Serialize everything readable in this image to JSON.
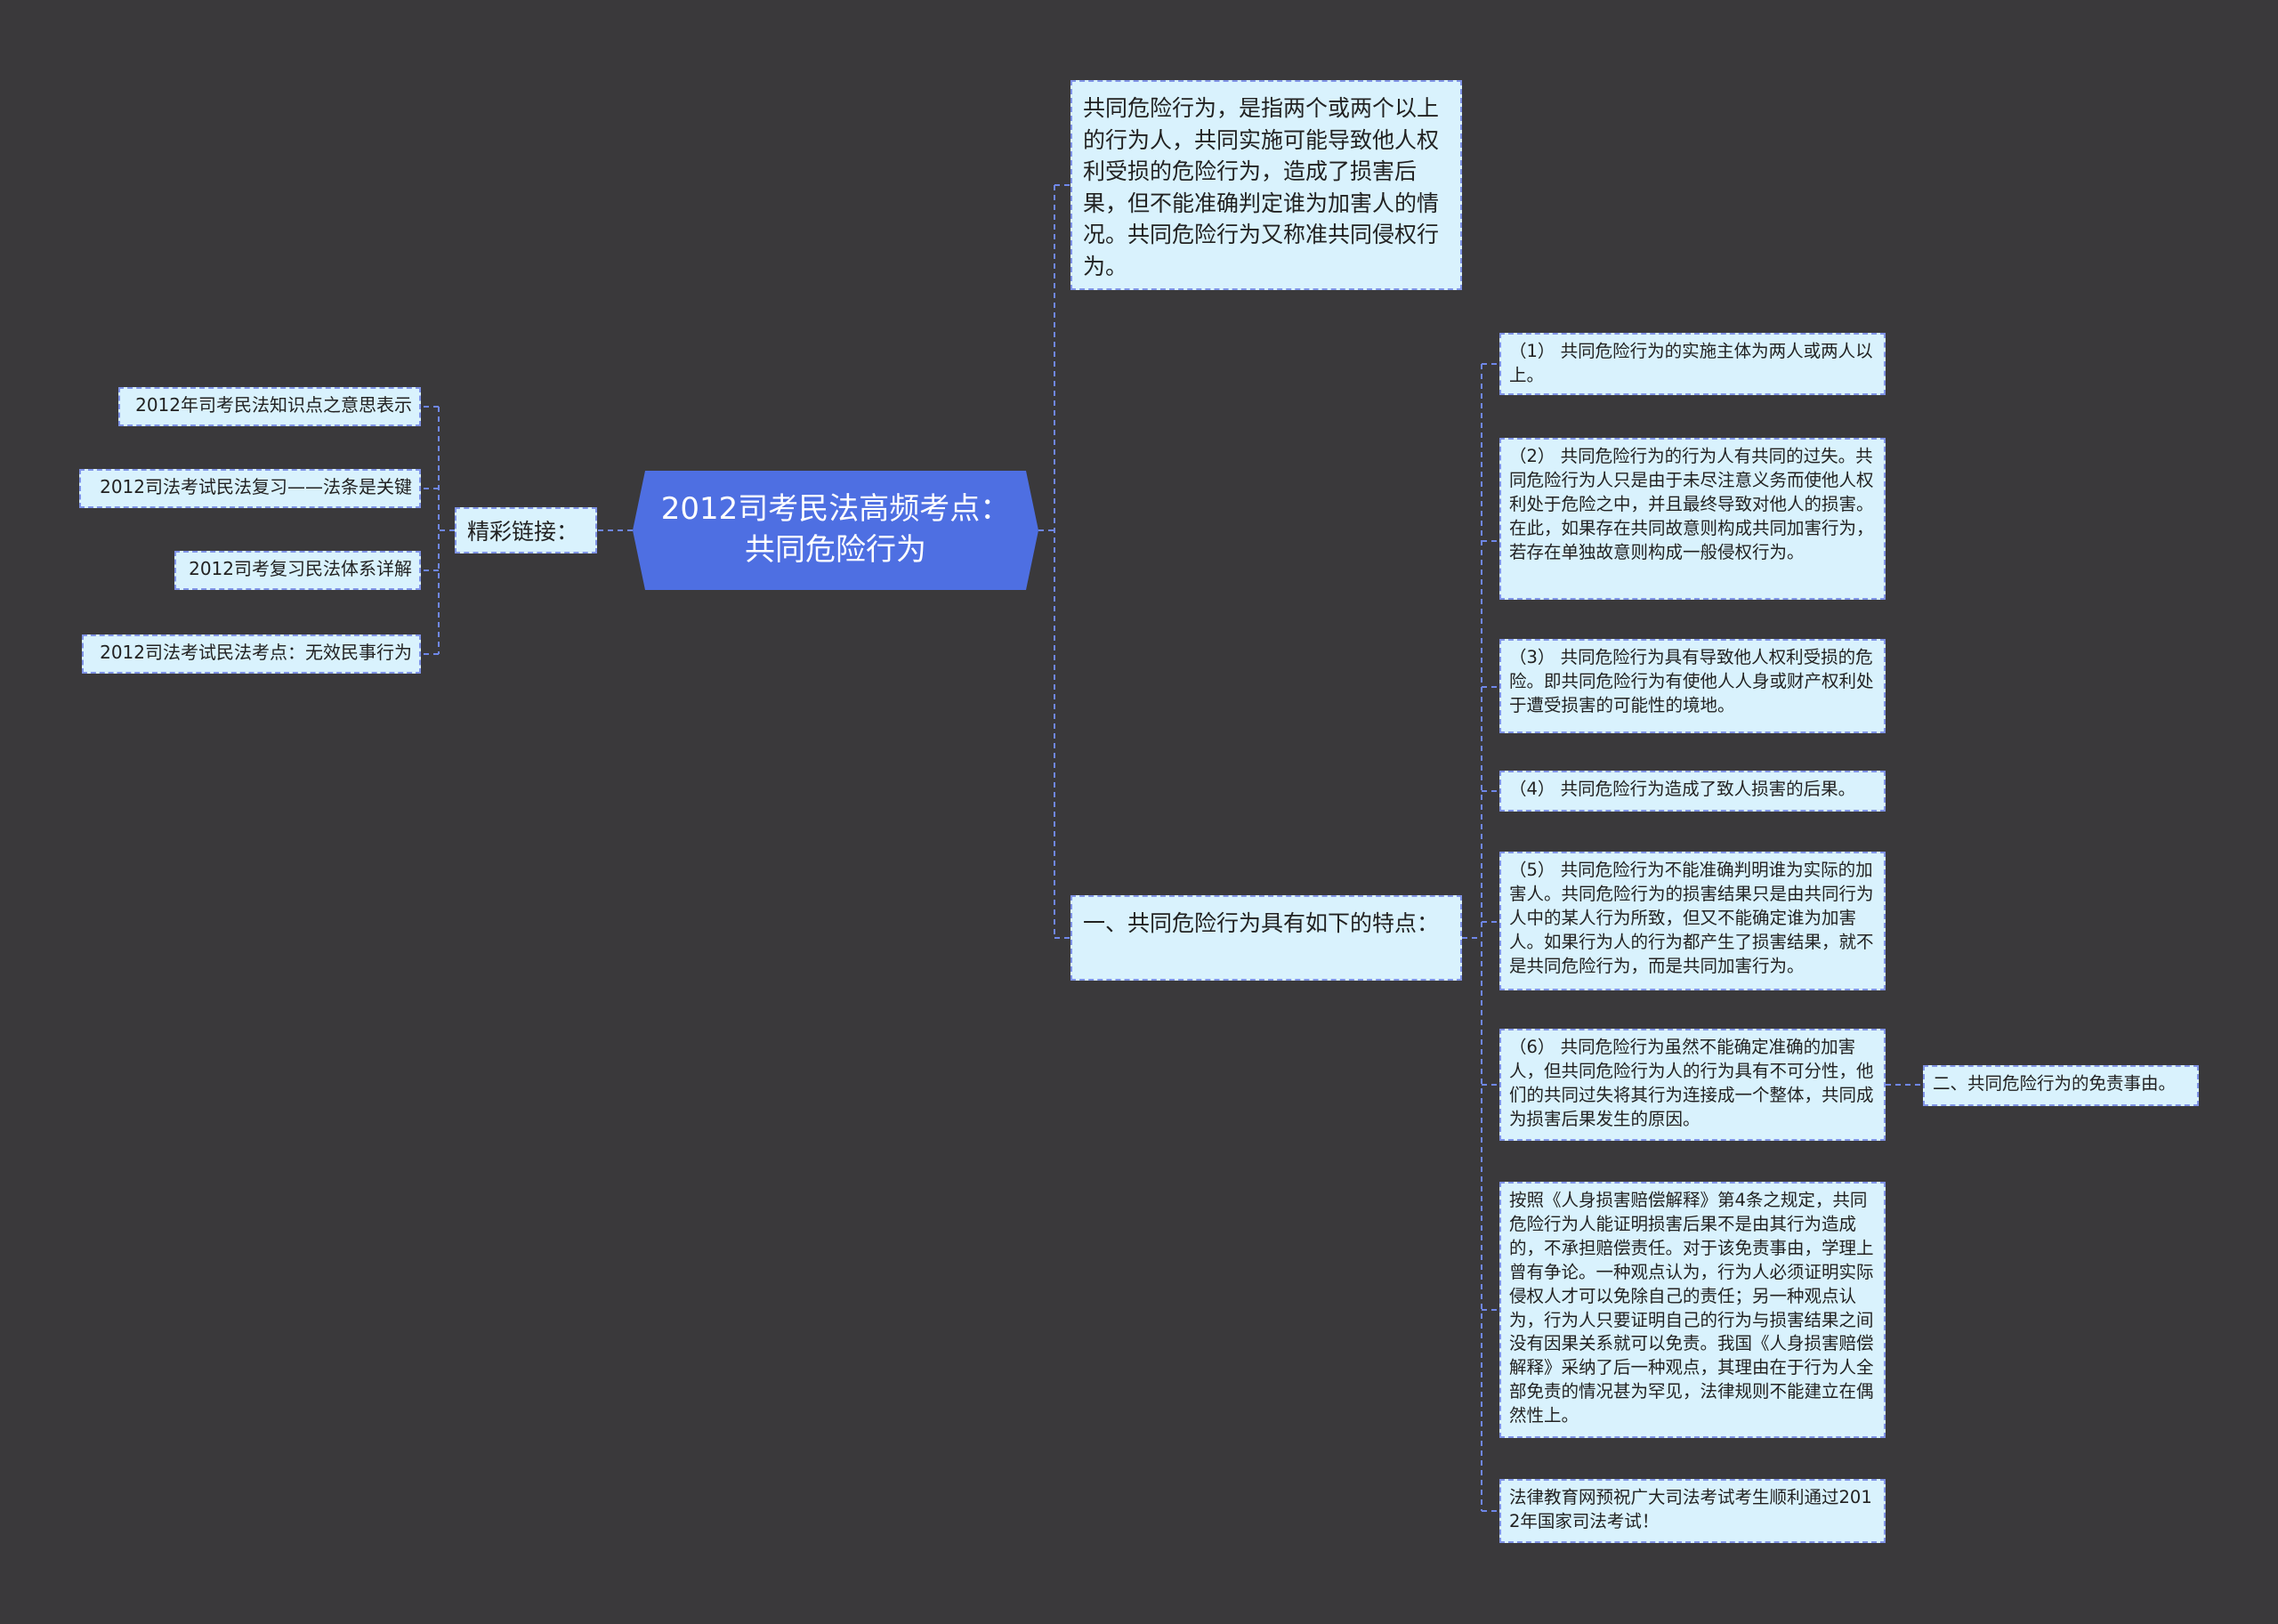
{
  "root": {
    "title_line1": "2012司考民法高频考点：",
    "title_line2": "共同危险行为"
  },
  "left": {
    "label": "精彩链接：",
    "links": [
      "2012年司考民法知识点之意思表示",
      "2012司法考试民法复习——法条是关键",
      "2012司考复习民法体系详解",
      "2012司法考试民法考点：无效民事行为"
    ]
  },
  "right": {
    "definition": "共同危险行为，是指两个或两个以上的行为人，共同实施可能导致他人权利受损的危险行为，造成了损害后果，但不能准确判定谁为加害人的情况。共同危险行为又称准共同侵权行为。",
    "features_title": "一、共同危险行为具有如下的特点：",
    "features": [
      "（1） 共同危险行为的实施主体为两人或两人以上。",
      "（2） 共同危险行为的行为人有共同的过失。共同危险行为人只是由于未尽注意义务而使他人权利处于危险之中，并且最终导致对他人的损害。在此，如果存在共同故意则构成共同加害行为，若存在单独故意则构成一般侵权行为。",
      "（3） 共同危险行为具有导致他人权利受损的危险。即共同危险行为有使他人人身或财产权利处于遭受损害的可能性的境地。",
      "（4） 共同危险行为造成了致人损害的后果。",
      "（5） 共同危险行为不能准确判明谁为实际的加害人。共同危险行为的损害结果只是由共同行为人中的某人行为所致，但又不能确定谁为加害人。如果行为人的行为都产生了损害结果，就不是共同危险行为，而是共同加害行为。",
      "（6） 共同危险行为虽然不能确定准确的加害人，但共同危险行为人的行为具有不可分性，他们的共同过失将其行为连接成一个整体，共同成为损害后果发生的原因。",
      "按照《人身损害赔偿解释》第4条之规定，共同危险行为人能证明损害后果不是由其行为造成的，不承担赔偿责任。对于该免责事由，学理上曾有争论。一种观点认为，行为人必须证明实际侵权人才可以免除自己的责任；另一种观点认为，行为人只要证明自己的行为与损害结果之间没有因果关系就可以免责。我国《人身损害赔偿解释》采纳了后一种观点，其理由在于行为人全部免责的情况甚为罕见，法律规则不能建立在偶然性上。",
      "法律教育网预祝广大司法考试考生顺利通过2012年国家司法考试！"
    ],
    "exemption": "二、共同危险行为的免责事由。"
  },
  "colors": {
    "background": "#3a393b",
    "root_fill": "#4e6fe2",
    "node_fill": "#d9f2fd",
    "connector": "#6f87e8"
  }
}
